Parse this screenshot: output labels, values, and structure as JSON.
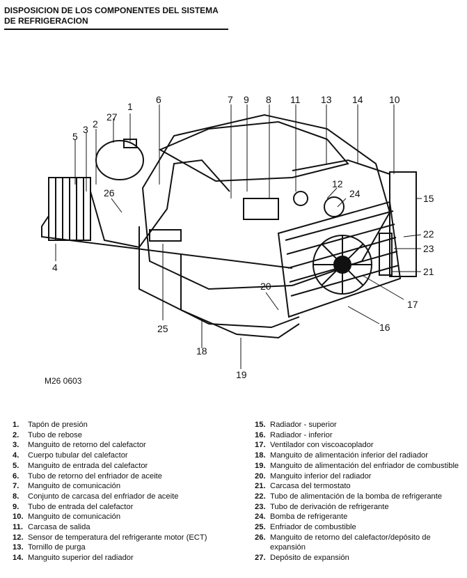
{
  "header": {
    "title_line1": "DISPOSICION DE LOS COMPONENTES DEL SISTEMA",
    "title_line2": "DE REFRIGERACION"
  },
  "diagram": {
    "reference": "M26 0603",
    "callouts": [
      "1",
      "2",
      "3",
      "4",
      "5",
      "6",
      "7",
      "8",
      "9",
      "10",
      "11",
      "12",
      "13",
      "14",
      "15",
      "16",
      "17",
      "18",
      "19",
      "20",
      "21",
      "22",
      "23",
      "24",
      "25",
      "26",
      "27"
    ]
  },
  "legend": {
    "left": [
      {
        "num": "1.",
        "text": "Tapón de presión"
      },
      {
        "num": "2.",
        "text": "Tubo de rebose"
      },
      {
        "num": "3.",
        "text": "Manguito de retorno del calefactor"
      },
      {
        "num": "4.",
        "text": "Cuerpo tubular del calefactor"
      },
      {
        "num": "5.",
        "text": "Manguito de entrada del calefactor"
      },
      {
        "num": "6.",
        "text": "Tubo de retorno del enfriador de aceite"
      },
      {
        "num": "7.",
        "text": "Manguito de comunicación"
      },
      {
        "num": "8.",
        "text": "Conjunto de carcasa del enfriador de aceite"
      },
      {
        "num": "9.",
        "text": "Tubo de entrada del calefactor"
      },
      {
        "num": "10.",
        "text": "Manguito de comunicación"
      },
      {
        "num": "11.",
        "text": "Carcasa de salida"
      },
      {
        "num": "12.",
        "text": "Sensor de temperatura del refrigerante motor (ECT)"
      },
      {
        "num": "13.",
        "text": "Tornillo de purga"
      },
      {
        "num": "14.",
        "text": "Manguito superior del radiador"
      }
    ],
    "right": [
      {
        "num": "15.",
        "text": "Radiador - superior"
      },
      {
        "num": "16.",
        "text": "Radiador - inferior"
      },
      {
        "num": "17.",
        "text": "Ventilador con viscoacoplador"
      },
      {
        "num": "18.",
        "text": "Manguito de alimentación inferior del radiador"
      },
      {
        "num": "19.",
        "text": "Manguito de alimentación del enfriador de combustible"
      },
      {
        "num": "20.",
        "text": "Manguito inferior del radiador"
      },
      {
        "num": "21.",
        "text": "Carcasa del termostato"
      },
      {
        "num": "22.",
        "text": "Tubo de alimentación de la bomba de refrigerante"
      },
      {
        "num": "23.",
        "text": "Tubo de derivación de refrigerante"
      },
      {
        "num": "24.",
        "text": "Bomba de refrigerante"
      },
      {
        "num": "25.",
        "text": "Enfriador de combustible"
      },
      {
        "num": "26.",
        "text": "Manguito de retorno del calefactor/depósito de expansión"
      },
      {
        "num": "27.",
        "text": "Depósito de expansión"
      }
    ]
  }
}
